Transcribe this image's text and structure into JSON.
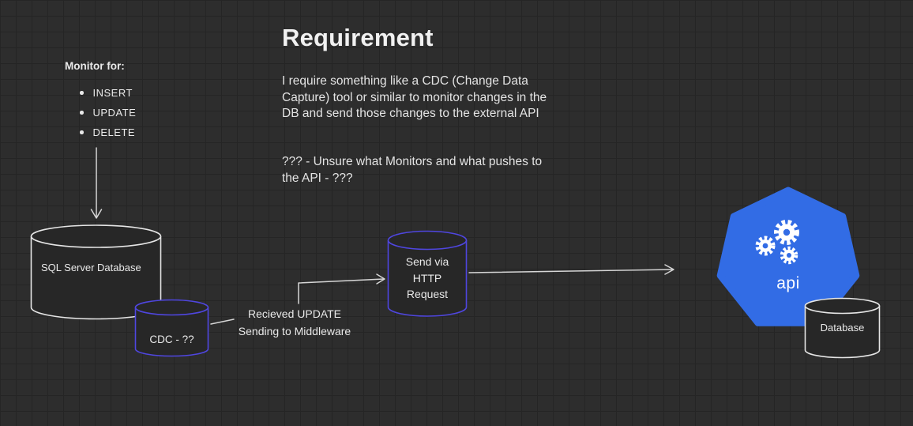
{
  "title": "Requirement",
  "description": {
    "para1": "I require something like a CDC (Change Data Capture) tool or similar to monitor changes in the DB and send those changes to the external API",
    "para2": "??? - Unsure what Monitors and what pushes to the API - ???"
  },
  "monitor": {
    "heading": "Monitor for:",
    "items": [
      "INSERT",
      "UPDATE",
      "DELETE"
    ]
  },
  "nodes": {
    "sql_db": {
      "label": "SQL Server Database",
      "shape": "cylinder"
    },
    "cdc": {
      "label": "CDC - ??",
      "shape": "cylinder"
    },
    "http": {
      "label": "Send via\nHTTP\nRequest",
      "shape": "cylinder"
    },
    "api": {
      "label": "api",
      "shape": "kubernetes-heptagon"
    },
    "api_db": {
      "label": "Database",
      "shape": "cylinder"
    }
  },
  "edge_label": {
    "line1": "Recieved UPDATE",
    "line2": "Sending to Middleware"
  },
  "colors": {
    "background": "#2d2d2d",
    "grid": "#252525",
    "shape_fill": "#272727",
    "stroke_light": "#e6e6e6",
    "stroke_purple": "#4f46e0",
    "arrow": "#d6d6d6",
    "kubernetes_blue": "#326ce5",
    "text": "#e9e9e9"
  }
}
